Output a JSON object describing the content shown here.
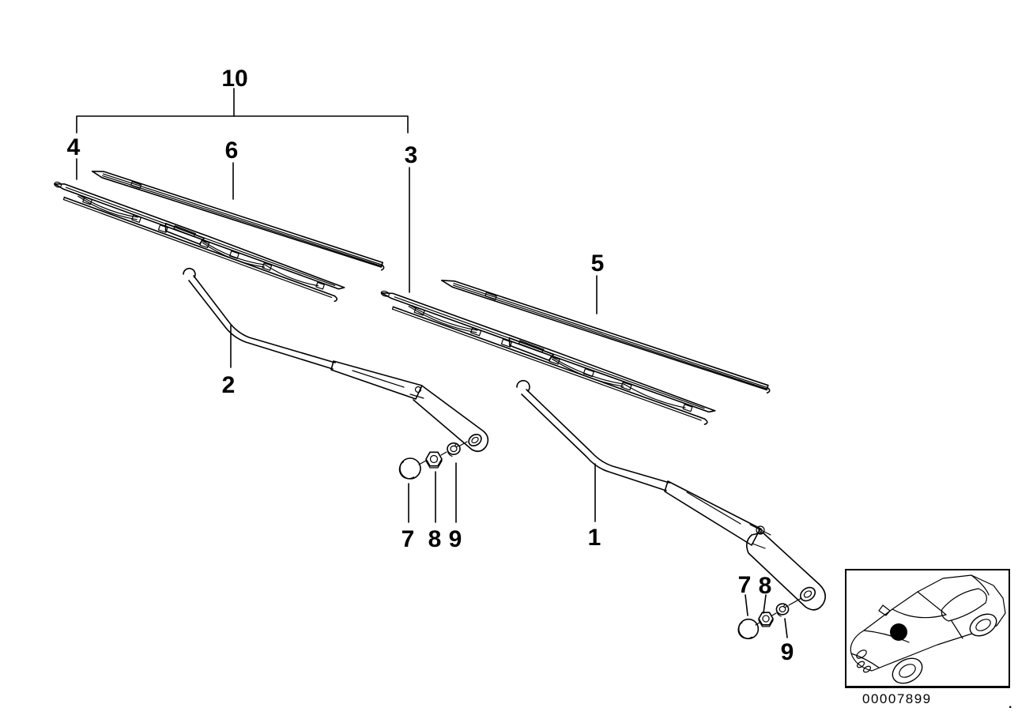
{
  "page": {
    "background": "#ffffff",
    "line_color": "#000000",
    "dot_color": "#000000"
  },
  "callouts": {
    "c10": {
      "label": "10"
    },
    "c4": {
      "label": "4"
    },
    "c6": {
      "label": "6"
    },
    "c3": {
      "label": "3"
    },
    "c5": {
      "label": "5"
    },
    "c2": {
      "label": "2"
    },
    "c1": {
      "label": "1"
    },
    "c7_left": {
      "label": "7"
    },
    "c8_left": {
      "label": "8"
    },
    "c9_left": {
      "label": "9"
    },
    "c7_right": {
      "label": "7"
    },
    "c8_right": {
      "label": "8"
    },
    "c9_right": {
      "label": "9"
    }
  },
  "inset": {
    "drawing_number": "00007899"
  },
  "corner_mark": "."
}
